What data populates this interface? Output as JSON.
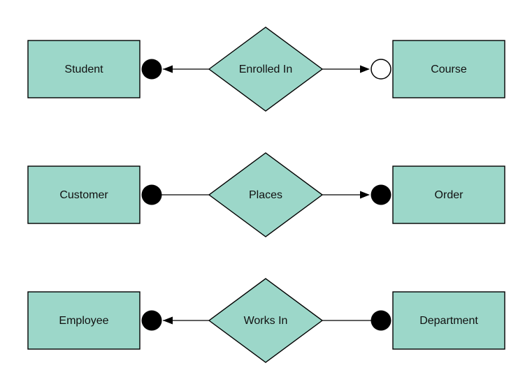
{
  "diagram": {
    "type": "entity-relationship",
    "colors": {
      "shape_fill": "#9CD7C9",
      "shape_stroke": "#000000",
      "connector": "#000000",
      "background": "#FFFFFF"
    },
    "rows": [
      {
        "left_entity": "Student",
        "relationship": "Enrolled In",
        "right_entity": "Course",
        "left_marker": "filled-dot with arrowhead pointing toward entity",
        "right_marker": "open-dot with arrowhead pointing toward entity"
      },
      {
        "left_entity": "Customer",
        "relationship": "Places",
        "right_entity": "Order",
        "left_marker": "filled-dot, no arrowhead",
        "right_marker": "filled-dot with arrowhead pointing toward entity"
      },
      {
        "left_entity": "Employee",
        "relationship": "Works In",
        "right_entity": "Department",
        "left_marker": "filled-dot with arrowhead pointing toward entity",
        "right_marker": "filled-dot, no arrowhead"
      }
    ]
  }
}
